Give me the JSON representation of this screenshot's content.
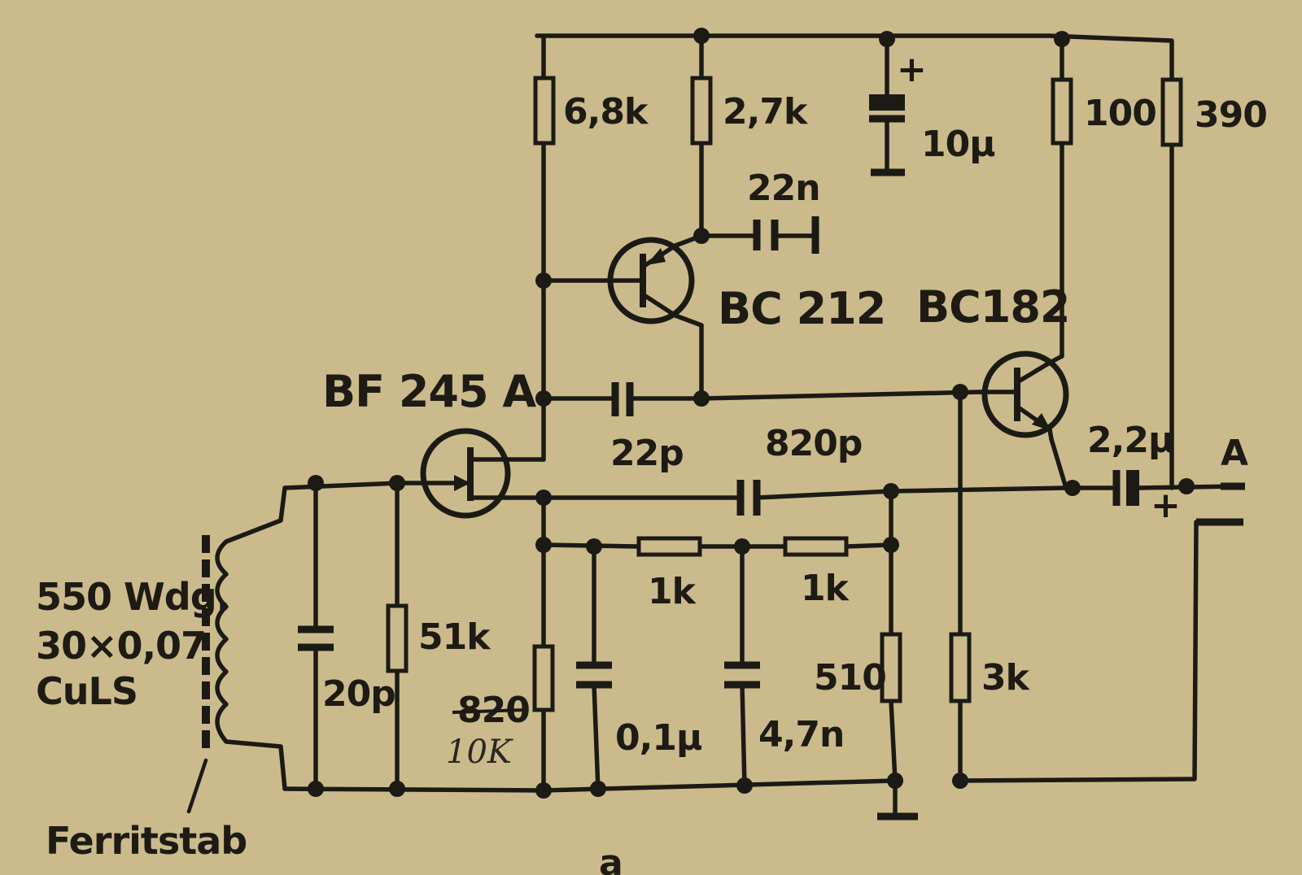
{
  "labels": {
    "r_6k8": "6,8k",
    "r_2k7": "2,7k",
    "c_10u": "10µ",
    "c_plus_top": "+",
    "r_100": "100",
    "r_390": "390",
    "c_22n": "22n",
    "q_bc212": "BC 212",
    "q_bc182": "BC182",
    "q_bf245a": "BF 245 A",
    "c_22p": "22p",
    "c_820p": "820p",
    "c_2u2": "2,2µ",
    "c_plus_out": "+",
    "out_a": "A",
    "coil_turns": "550 Wdg.",
    "coil_wire": "30×0,07",
    "coil_type": "CuLS",
    "c_20p": "20p",
    "r_51k": "51k",
    "r_820": "820",
    "r_820_note": "10K",
    "r_1k_a": "1k",
    "r_1k_b": "1k",
    "c_0u1": "0,1µ",
    "c_4n7": "4,7n",
    "r_510": "510",
    "r_3k": "3k",
    "ferrite": "Ferritstab",
    "page_mark": "a"
  }
}
